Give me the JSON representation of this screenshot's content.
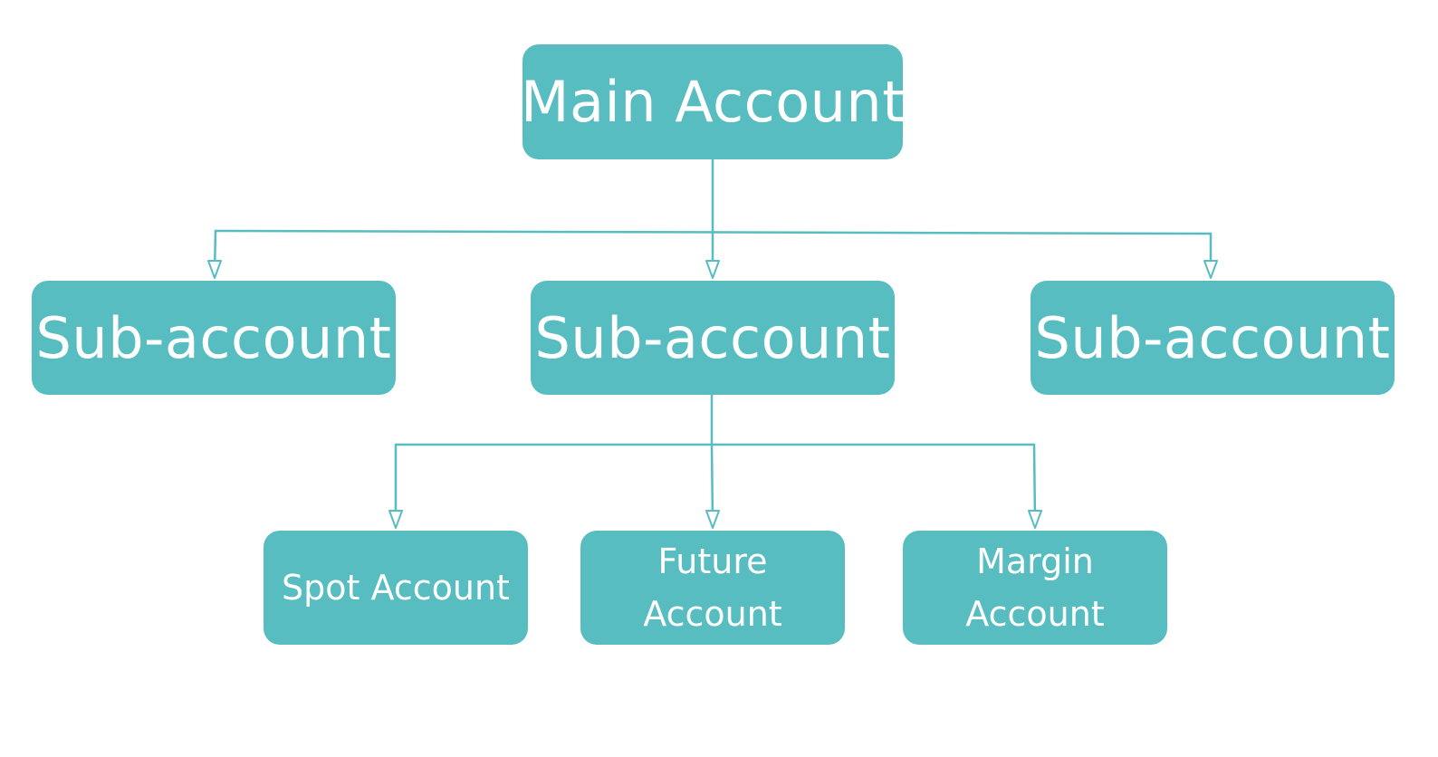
{
  "diagram": {
    "colors": {
      "node_fill": "#57bdc0",
      "node_text": "#ffffff",
      "connector": "#57bdc0",
      "background": "#ffffff"
    },
    "main": {
      "label": "Main Account"
    },
    "sub_accounts": [
      {
        "label": "Sub-account"
      },
      {
        "label": "Sub-account"
      },
      {
        "label": "Sub-account"
      }
    ],
    "child_accounts": [
      {
        "line1": "Spot Account"
      },
      {
        "line1": "Future",
        "line2": "Account"
      },
      {
        "line1": "Margin",
        "line2": "Account"
      }
    ]
  }
}
